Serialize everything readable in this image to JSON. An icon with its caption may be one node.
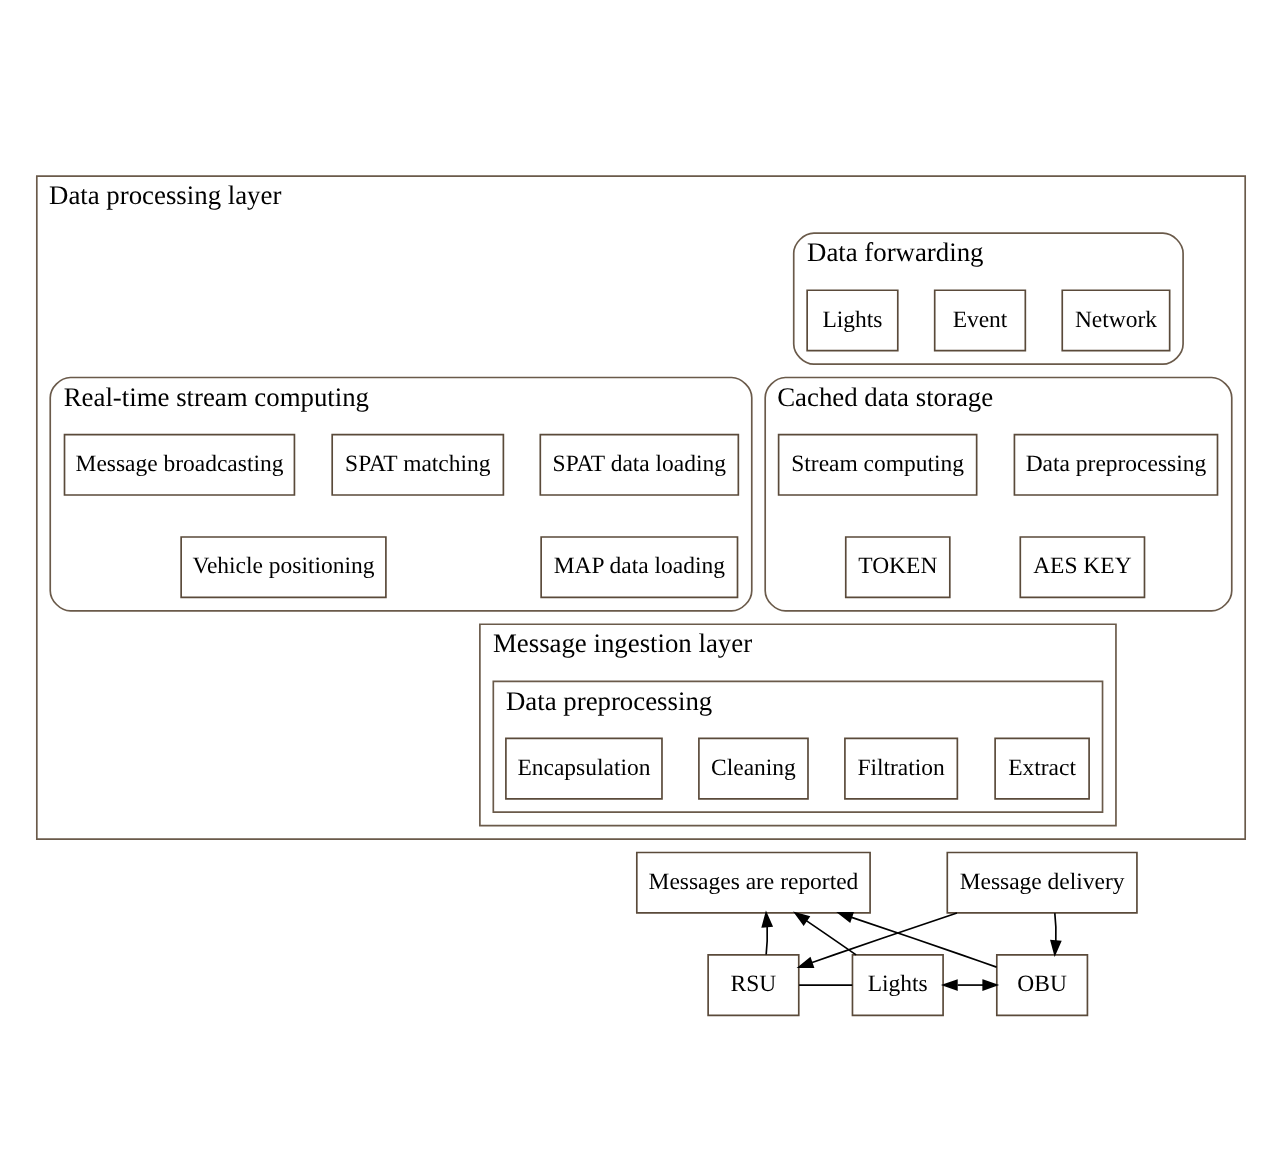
{
  "diagram": {
    "nodes": [
      {
        "text": [
          "Data processing layer"
        ]
      },
      {
        "text": [
          "Data forwarding"
        ],
        "in": 0
      },
      {
        "text": [
          "Network"
        ],
        "in": 1
      },
      {
        "text": [
          "Event"
        ],
        "in": 1
      },
      {
        "text": [
          "Lights"
        ],
        "in": 1
      },
      {
        "text": [
          "Real-time stream computing"
        ],
        "in": 0
      },
      {
        "text": [
          "SPAT data loading"
        ],
        "in": 5
      },
      {
        "text": [
          "SPAT matching"
        ],
        "in": 5
      },
      {
        "text": [
          "Message broadcasting"
        ],
        "in": 5
      },
      {
        "text": [
          "MAP data loading"
        ],
        "in": 5
      },
      {
        "text": [
          "Vehicle positioning"
        ],
        "in": 5
      },
      {
        "text": [
          "Cached data storage"
        ],
        "in": 0
      },
      {
        "text": [
          "Data preprocessing"
        ],
        "in": 11
      },
      {
        "text": [
          "Stream computing"
        ],
        "in": 11
      },
      {
        "text": [
          "AES KEY"
        ],
        "in": 11
      },
      {
        "text": [
          "TOKEN"
        ],
        "in": 11
      },
      {
        "text": [
          "Message ingestion layer"
        ],
        "in": 0
      },
      {
        "text": [
          "Data preprocessing"
        ],
        "in": 16
      },
      {
        "text": [
          "Cleaning"
        ],
        "in": 17
      },
      {
        "text": [
          "Filtration"
        ],
        "in": 17
      },
      {
        "text": [
          "Extract"
        ],
        "in": 17
      },
      {
        "text": [
          "Encapsulation"
        ],
        "in": 17
      },
      {
        "text": [
          "Messages are reported"
        ]
      },
      {
        "text": [
          "Message delivery"
        ]
      },
      {
        "text": [
          "RSU"
        ]
      },
      {
        "text": [
          "Lights"
        ]
      },
      {
        "text": [
          "OBU"
        ]
      }
    ],
    "edges": [
      {
        "from": 24,
        "to": 22,
        "arrow": "to"
      },
      {
        "from": 25,
        "to": 22,
        "arrow": "to"
      },
      {
        "from": 26,
        "to": 22,
        "arrow": "to"
      },
      {
        "from": 23,
        "to": 24,
        "arrow": "to"
      },
      {
        "from": 23,
        "to": 26,
        "arrow": "to"
      },
      {
        "from": 24,
        "to": 25,
        "arrow": "none"
      },
      {
        "from": 25,
        "to": 26,
        "arrow": "both"
      }
    ]
  }
}
